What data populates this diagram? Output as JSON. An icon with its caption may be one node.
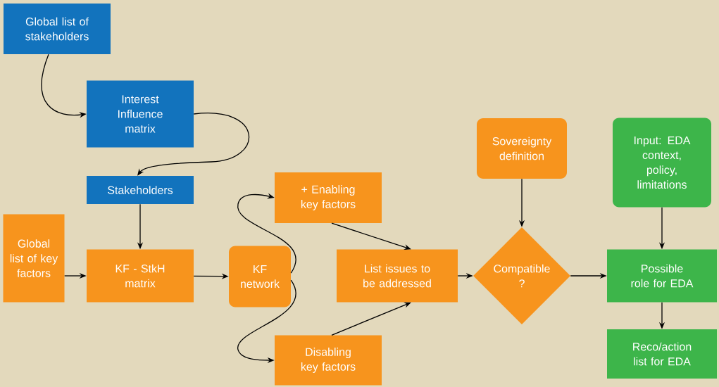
{
  "diagram": {
    "nodes": [
      {
        "text": [
          "Global list of stakeholders"
        ]
      },
      {
        "text": [
          "Interest Influence matrix"
        ]
      },
      {
        "text": [
          "Stakeholders"
        ]
      },
      {
        "text": [
          "Global list of key factors"
        ]
      },
      {
        "text": [
          "KF - StkH matrix"
        ]
      },
      {
        "text": [
          "KF network"
        ]
      },
      {
        "text": [
          "+ Enabling key factors"
        ]
      },
      {
        "text": [
          "List issues to be addressed"
        ]
      },
      {
        "text": [
          "Disabling key factors"
        ]
      },
      {
        "text": [
          "Sovereignty definition"
        ]
      },
      {
        "text": [
          "Compatible ?"
        ]
      },
      {
        "text": [
          "Input: EDA context, policy, limitations"
        ]
      },
      {
        "text": [
          "Possible role for EDA"
        ]
      },
      {
        "text": [
          "Reco/action list for EDA"
        ]
      }
    ],
    "edges": [
      {
        "from": 0,
        "to": 1,
        "arrow": "to"
      },
      {
        "from": 1,
        "to": 2,
        "arrow": "to"
      },
      {
        "from": 2,
        "to": 4,
        "arrow": "to"
      },
      {
        "from": 3,
        "to": 4,
        "arrow": "to"
      },
      {
        "from": 4,
        "to": 5,
        "arrow": "to"
      },
      {
        "from": 5,
        "to": 6,
        "arrow": "to"
      },
      {
        "from": 5,
        "to": 8,
        "arrow": "to"
      },
      {
        "from": 6,
        "to": 7,
        "arrow": "to"
      },
      {
        "from": 8,
        "to": 7,
        "arrow": "to"
      },
      {
        "from": 7,
        "to": 10,
        "arrow": "to"
      },
      {
        "from": 9,
        "to": 10,
        "arrow": "to"
      },
      {
        "from": 10,
        "to": 12,
        "arrow": "to"
      },
      {
        "from": 11,
        "to": 12,
        "arrow": "to"
      },
      {
        "from": 12,
        "to": 13,
        "arrow": "to"
      }
    ]
  }
}
